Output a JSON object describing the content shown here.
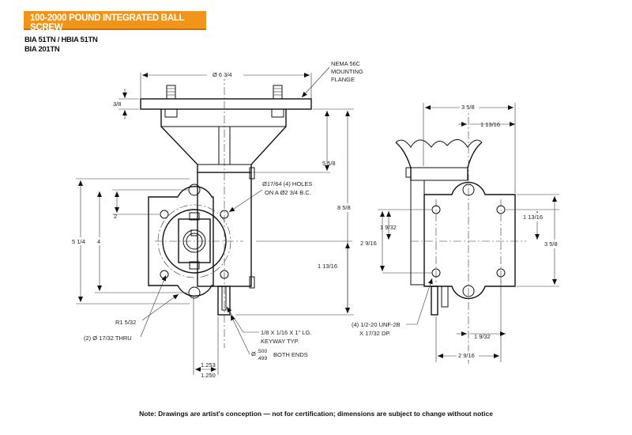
{
  "header": {
    "title": "100-2000 POUND INTEGRATED BALL SCREW",
    "model_line_1": "BIA 51TN / HBIA 51TN",
    "model_line_2": "BIA 201TN"
  },
  "front_view": {
    "flange_diameter": "Ø 6 3/4",
    "flange_callout_1": "NEMA 56C",
    "flange_callout_2": "MOUNTING",
    "flange_callout_3": "FLANGE",
    "flange_thickness": "3/8",
    "height_upper": "5 5/8",
    "height_total": "8 5/8",
    "hole_callout_1": "Ø17/64 (4) HOLES",
    "hole_callout_2": "ON A  Ø2 3/4 B.C.",
    "dim_2": "2",
    "dim_4": "4",
    "dim_5_1_4": "5 1/4",
    "dim_1_13_16": "1 13/16",
    "radius": "R1 5/32",
    "thru_holes": "(2) Ø 17/32 THRU",
    "keyway_1": "1/8 X 1/16 X 1\" LG.",
    "keyway_2": "KEYWAY TYP.",
    "shaft_prefix": "Ø",
    "shaft_dia_upper": ".500",
    "shaft_dia_lower": ".499",
    "shaft_suffix": "BOTH ENDS",
    "shaft_len_upper": "1.253",
    "shaft_len_lower": "1.250"
  },
  "side_view": {
    "width_top": "3 5/8",
    "dim_1_13_16_top": "1 13/16",
    "dim_1_9_32_left": "1 9/32",
    "dim_2_9_16_left": "2 9/16",
    "dim_1_13_16_right": "1 13/16",
    "height_right": "3 5/8",
    "tapped_holes_1": "(4) 1/2-20 UNF-2B",
    "tapped_holes_2": "X 17/32 DP.",
    "dim_1_9_32_bottom": "1 9/32",
    "dim_2_9_16_bottom": "2 9/16"
  },
  "footer": {
    "note": "Note: Drawings are artist's conception — not for certification; dimensions are subject to change without notice"
  },
  "colors": {
    "banner": "#f0951a",
    "line": "#111111"
  }
}
